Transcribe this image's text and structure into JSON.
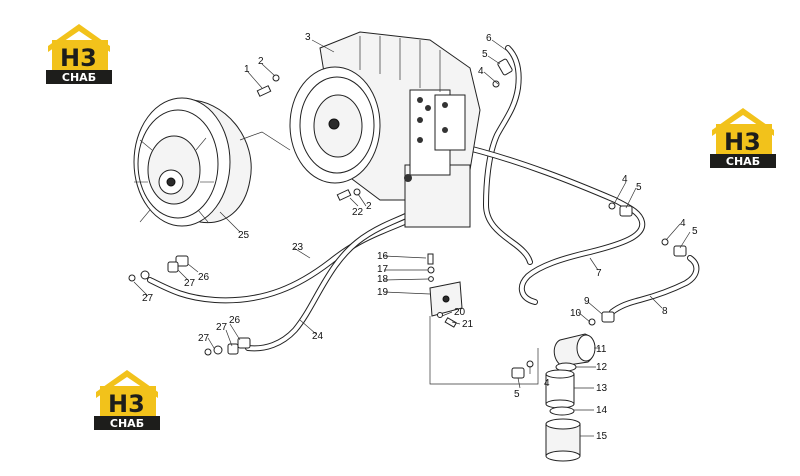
{
  "brand": {
    "mark_text": "H3",
    "name_text": "СНАБ",
    "colors": {
      "yellow": "#f2c21b",
      "black": "#1d1d1b",
      "white": "#ffffff"
    }
  },
  "callouts": [
    "1",
    "2",
    "3",
    "4",
    "5",
    "6",
    "4",
    "5",
    "4",
    "5",
    "2",
    "22",
    "25",
    "23",
    "26",
    "27",
    "27",
    "16",
    "17",
    "18",
    "19",
    "20",
    "21",
    "24",
    "26",
    "27",
    "27",
    "7",
    "8",
    "9",
    "10",
    "11",
    "12",
    "5",
    "4",
    "13",
    "14",
    "15"
  ]
}
